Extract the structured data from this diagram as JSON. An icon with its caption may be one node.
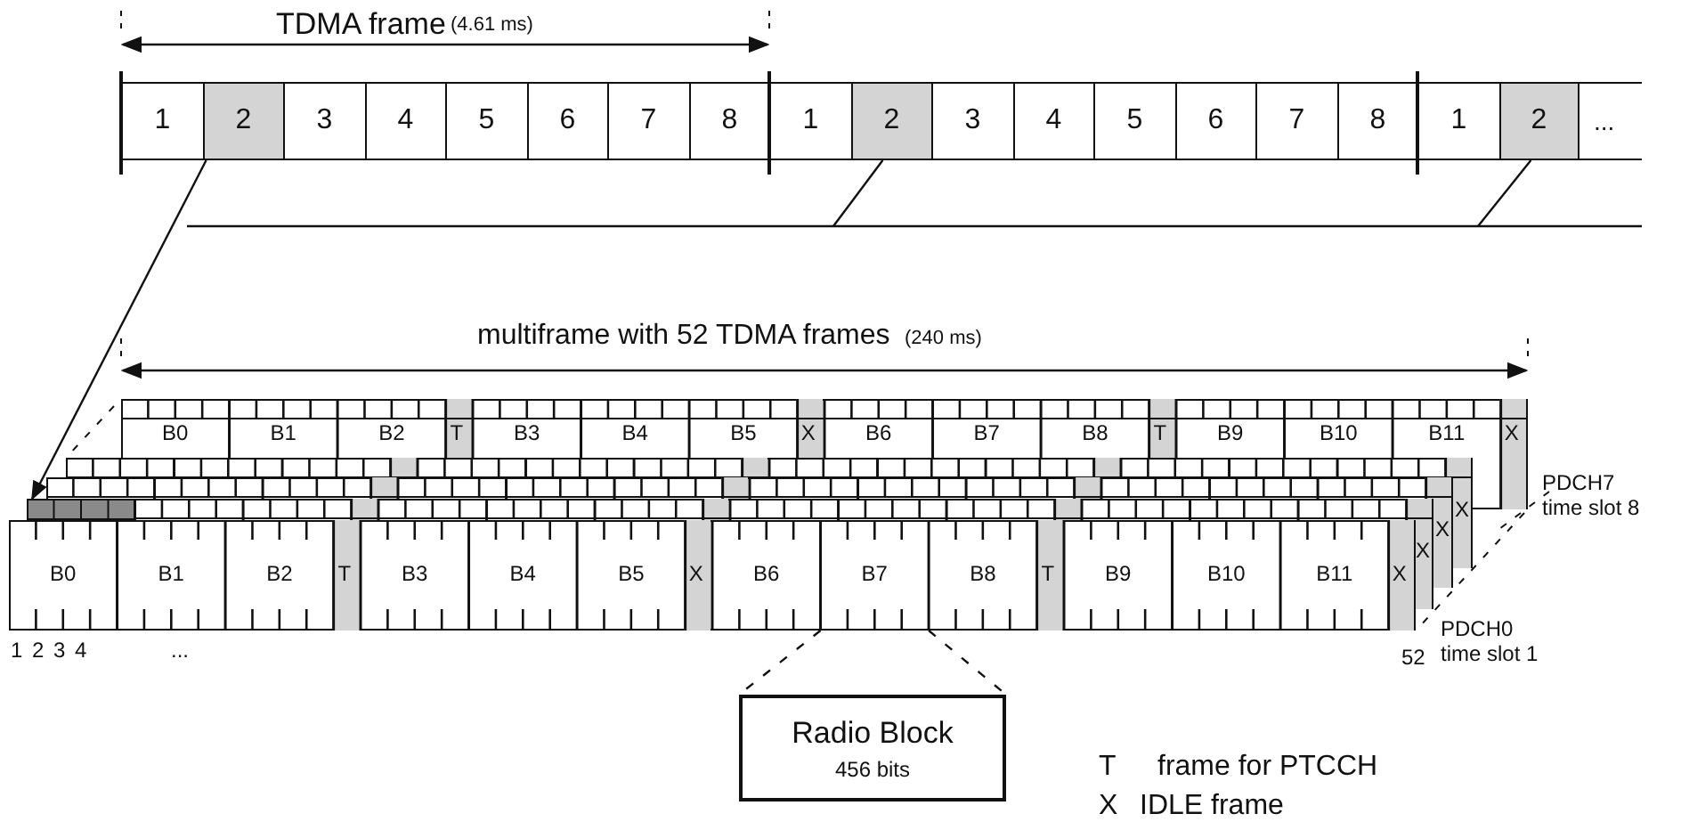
{
  "diagram": {
    "nodes": [
      {
        "text": [
          "1"
        ]
      },
      {
        "text": [
          "2"
        ]
      },
      {
        "text": [
          "3"
        ]
      },
      {
        "text": [
          "4"
        ]
      },
      {
        "text": [
          "5"
        ]
      },
      {
        "text": [
          "6"
        ]
      },
      {
        "text": [
          "7"
        ]
      },
      {
        "text": [
          "8"
        ]
      },
      {
        "text": [
          "1"
        ]
      },
      {
        "text": [
          "2"
        ]
      },
      {
        "text": [
          "3"
        ]
      },
      {
        "text": [
          "4"
        ]
      },
      {
        "text": [
          "5"
        ]
      },
      {
        "text": [
          "6"
        ]
      },
      {
        "text": [
          "7"
        ]
      },
      {
        "text": [
          "8"
        ]
      },
      {
        "text": [
          "1"
        ]
      },
      {
        "text": [
          "2"
        ]
      },
      {
        "text": [
          "..."
        ]
      },
      {
        "text": [
          "B0",
          "B1",
          "B2",
          "T",
          "B3",
          "B4",
          "B5",
          "X",
          "B6",
          "B7",
          "B8",
          "T",
          "B9",
          "B10",
          "B11",
          "X"
        ],
        "beside": [
          "PDCH7 time slot 8"
        ]
      },
      {
        "text": [
          "X"
        ]
      },
      {
        "text": [
          "X"
        ]
      },
      {
        "text": [
          "X"
        ]
      },
      {
        "text": [],
        "shape": "box",
        "in": 22
      },
      {
        "text": [
          "B0",
          "B1",
          "B2",
          "T",
          "B3",
          "B4",
          "B5",
          "X",
          "B6",
          "B7",
          "B8",
          "T",
          "B9",
          "B10",
          "B11",
          "X"
        ]
      },
      {
        "text": [
          "Radio Block",
          "456 bits"
        ]
      }
    ],
    "edges": [
      {
        "from": 1,
        "to": 23,
        "arrow": "to"
      },
      {
        "from": 9,
        "to": null,
        "arrow": "none"
      },
      {
        "from": 17,
        "to": null,
        "arrow": "none"
      },
      {
        "from": 24,
        "to": 25,
        "arrow": "none",
        "style": "dashed"
      },
      {
        "from": 24,
        "to": 25,
        "arrow": "none",
        "style": "dashed"
      }
    ],
    "labels": [
      "TDMA frame",
      "(4.61 ms)",
      "multiframe with 52 TDMA frames",
      "(240 ms)",
      "1",
      "2",
      "3",
      "4",
      "...",
      "52",
      "PDCH0 time slot 1",
      "T",
      "frame for PTCCH",
      "X",
      "IDLE frame"
    ]
  }
}
